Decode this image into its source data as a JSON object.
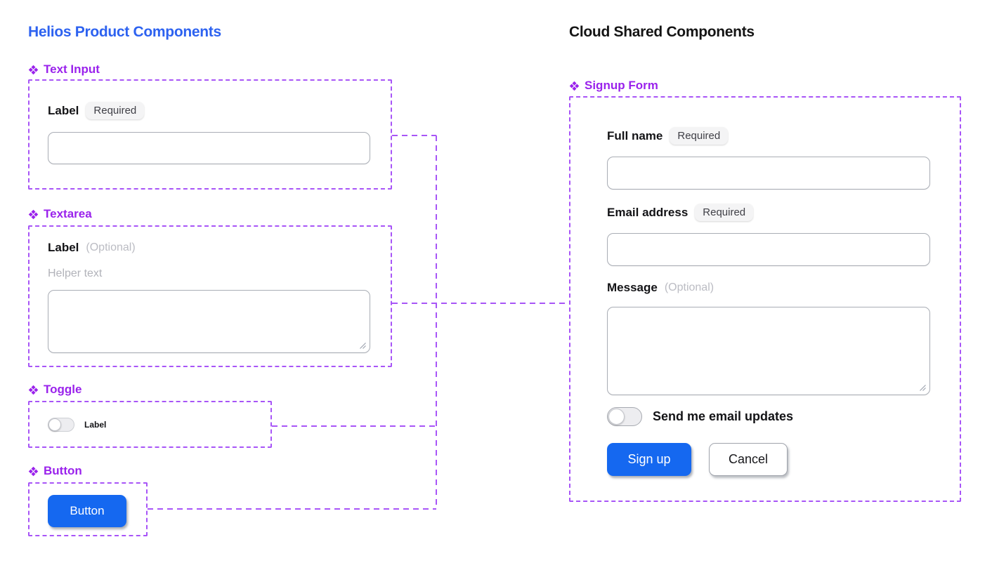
{
  "colors": {
    "title_blue": "#2D62F0",
    "title_black": "#141414",
    "component_purple": "#9A22EC",
    "connector_purple": "#A855F7",
    "button_blue": "#1568F0"
  },
  "left": {
    "title": "Helios Product Components",
    "sections": {
      "text_input": {
        "icon": "component-icon",
        "name": "Text Input",
        "field_label": "Label",
        "badge": "Required",
        "input_value": ""
      },
      "textarea": {
        "icon": "component-icon",
        "name": "Textarea",
        "field_label": "Label",
        "optional_suffix": "(Optional)",
        "helper_text": "Helper text",
        "value": ""
      },
      "toggle": {
        "icon": "component-icon",
        "name": "Toggle",
        "toggle_label": "Label",
        "state": "off"
      },
      "button": {
        "icon": "component-icon",
        "name": "Button",
        "button_label": "Button"
      }
    }
  },
  "right": {
    "title": "Cloud Shared Components",
    "form": {
      "icon": "component-icon",
      "name": "Signup Form",
      "fields": [
        {
          "label": "Full name",
          "badge": "Required",
          "value": ""
        },
        {
          "label": "Email address",
          "badge": "Required",
          "value": ""
        },
        {
          "label": "Message",
          "optional_suffix": "(Optional)",
          "value": ""
        }
      ],
      "toggle_label": "Send me email updates",
      "toggle_state": "off",
      "submit_label": "Sign up",
      "cancel_label": "Cancel"
    }
  }
}
